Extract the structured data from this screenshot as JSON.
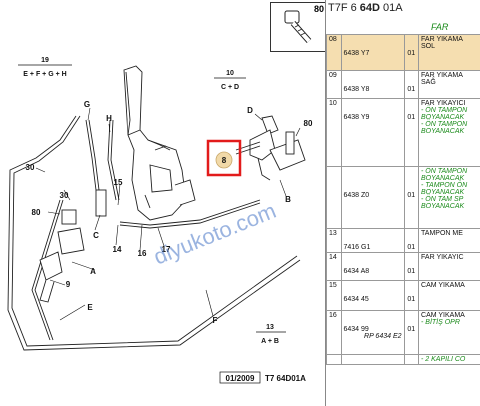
{
  "header": {
    "catalog_prefix": "T7F 6 ",
    "catalog_bold": "64D",
    "catalog_suffix": " 01A",
    "section": "FAR"
  },
  "thumbnail": {
    "number": "80"
  },
  "groups": [
    {
      "id": "19",
      "sub": "E + F + G + H"
    },
    {
      "id": "10",
      "sub": "C + D"
    },
    {
      "id": "13",
      "sub": "A + B"
    }
  ],
  "labels": {
    "g": "G",
    "h": "H",
    "d": "D",
    "c": "C",
    "a": "A",
    "b": "B",
    "e": "E",
    "f": "F",
    "n80a": "80",
    "n80b": "80",
    "n30a": "30",
    "n30b": "30",
    "n15": "15",
    "n14": "14",
    "n16": "16",
    "n9": "9",
    "n8": "8"
  },
  "watermark": "diyukoto.com",
  "footer": {
    "date": "01/2009",
    "code": "T7 64D01A"
  },
  "table": {
    "rows": [
      {
        "ref": "08",
        "no": "6438 Y7",
        "qty": "01",
        "desc": [
          "FAR YIKAMA",
          "SOL"
        ],
        "highlight": true
      },
      {
        "ref": "09",
        "no": "6438 Y8",
        "qty": "01",
        "desc": [
          "FAR YIKAMA",
          "SAĞ"
        ]
      },
      {
        "ref": "10",
        "no": "6438 Y9",
        "qty": "01",
        "desc": [
          "FAR YIKAYICI"
        ],
        "green": [
          "- ÖN TAMPON",
          "BOYANACAK",
          "- ÖN TAMPON",
          "BOYANACAK"
        ]
      },
      {
        "ref": "",
        "no": "6438 Z0",
        "qty": "01",
        "desc": [],
        "green": [
          "- ÖN TAMPON",
          "BOYANACAK",
          "- TAMPON ÖN",
          "BOYANACAK",
          "- ÖN TAM SP",
          "BOYANACAK"
        ]
      },
      {
        "ref": "13",
        "no": "7416 G1",
        "qty": "01",
        "desc": [
          "TAMPON ME"
        ]
      },
      {
        "ref": "14",
        "no": "6434 A8",
        "qty": "01",
        "desc": [
          "FAR YIKAYIC"
        ]
      },
      {
        "ref": "15",
        "no": "6434 45",
        "qty": "01",
        "desc": [
          "CAM YIKAMA"
        ]
      },
      {
        "ref": "16",
        "no": "6434 99",
        "qty": "01",
        "desc": [
          "CAM YIKAMA"
        ],
        "green": [
          "- BİTİŞ OPR"
        ],
        "note": "RP 6434 E2"
      }
    ],
    "trailing": "- 2 KAPILI CO"
  }
}
